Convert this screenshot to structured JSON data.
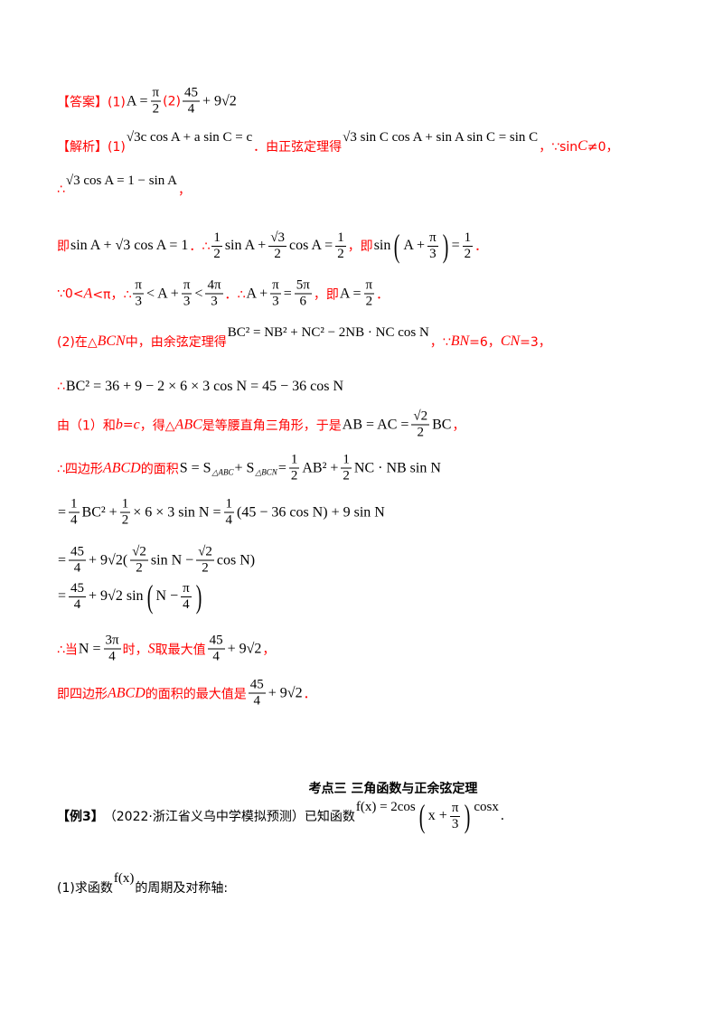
{
  "lines": [
    {
      "segs": [
        {
          "k": "t",
          "v": "【答案】(1)"
        },
        {
          "k": "m",
          "v": "A ="
        },
        {
          "k": "frac",
          "n": "π",
          "d": "2"
        },
        {
          "k": "t",
          "v": "(2)"
        },
        {
          "k": "frac",
          "n": "45",
          "d": "4"
        },
        {
          "k": "m",
          "v": "+ 9√2"
        }
      ]
    },
    {
      "segs": [
        {
          "k": "t",
          "v": "【解析】(1)"
        },
        {
          "k": "mu",
          "v": "√3c cos A + a sin C = c"
        },
        {
          "k": "t",
          "v": "．由正弦定理得"
        },
        {
          "k": "mu",
          "v": "√3 sin C cos A + sin A sin C = sin C"
        },
        {
          "k": "t",
          "v": "，∵sin"
        },
        {
          "k": "ti",
          "v": "C"
        },
        {
          "k": "t",
          "v": "≠0，"
        }
      ]
    },
    {
      "segs": [
        {
          "k": "t",
          "v": "∴"
        },
        {
          "k": "mu",
          "v": "√3 cos A = 1 − sin A"
        },
        {
          "k": "t",
          "v": "，"
        }
      ]
    },
    {
      "segs": [
        {
          "k": "t",
          "v": "即"
        },
        {
          "k": "m",
          "v": "sin A + √3 cos A = 1"
        },
        {
          "k": "t",
          "v": "．∴"
        },
        {
          "k": "frac",
          "n": "1",
          "d": "2"
        },
        {
          "k": "m",
          "v": "sin A +"
        },
        {
          "k": "frac",
          "n": "√3",
          "d": "2"
        },
        {
          "k": "m",
          "v": "cos A ="
        },
        {
          "k": "frac",
          "n": "1",
          "d": "2"
        },
        {
          "k": "t",
          "v": "，即"
        },
        {
          "k": "m",
          "v": "sin"
        },
        {
          "k": "paren",
          "segs": [
            {
              "k": "m",
              "v": "A +"
            },
            {
              "k": "frac",
              "n": "π",
              "d": "3"
            }
          ]
        },
        {
          "k": "m",
          "v": "="
        },
        {
          "k": "frac",
          "n": "1",
          "d": "2"
        },
        {
          "k": "t",
          "v": "．"
        }
      ]
    },
    {
      "segs": [
        {
          "k": "t",
          "v": "∵0<"
        },
        {
          "k": "ti",
          "v": "A"
        },
        {
          "k": "t",
          "v": "<π，∴"
        },
        {
          "k": "frac",
          "n": "π",
          "d": "3"
        },
        {
          "k": "m",
          "v": "< A +"
        },
        {
          "k": "frac",
          "n": "π",
          "d": "3"
        },
        {
          "k": "m",
          "v": "<"
        },
        {
          "k": "frac",
          "n": "4π",
          "d": "3"
        },
        {
          "k": "t",
          "v": "．∴"
        },
        {
          "k": "m",
          "v": "A +"
        },
        {
          "k": "frac",
          "n": "π",
          "d": "3"
        },
        {
          "k": "m",
          "v": "="
        },
        {
          "k": "frac",
          "n": "5π",
          "d": "6"
        },
        {
          "k": "t",
          "v": "，即"
        },
        {
          "k": "m",
          "v": "A ="
        },
        {
          "k": "frac",
          "n": "π",
          "d": "2"
        },
        {
          "k": "t",
          "v": "．"
        }
      ]
    },
    {
      "segs": [
        {
          "k": "t",
          "v": "(2)在△"
        },
        {
          "k": "ti",
          "v": "BCN"
        },
        {
          "k": "t",
          "v": "中，由余弦定理得"
        },
        {
          "k": "mu",
          "v": "BC² = NB² + NC² − 2NB · NC cos N"
        },
        {
          "k": "t",
          "v": "，∵"
        },
        {
          "k": "ti",
          "v": "BN"
        },
        {
          "k": "t",
          "v": "=6，"
        },
        {
          "k": "ti",
          "v": "CN"
        },
        {
          "k": "t",
          "v": "=3，"
        }
      ]
    },
    {
      "segs": [
        {
          "k": "t",
          "v": "∴"
        },
        {
          "k": "m",
          "v": "BC² = 36 + 9 − 2 × 6 × 3 cos N = 45 − 36 cos N"
        }
      ]
    },
    {
      "segs": [
        {
          "k": "t",
          "v": "由（1）和"
        },
        {
          "k": "ti",
          "v": "b"
        },
        {
          "k": "t",
          "v": "="
        },
        {
          "k": "ti",
          "v": "c"
        },
        {
          "k": "t",
          "v": "，得△"
        },
        {
          "k": "ti",
          "v": "ABC"
        },
        {
          "k": "t",
          "v": "是等腰直角三角形，于是"
        },
        {
          "k": "m",
          "v": "AB = AC ="
        },
        {
          "k": "frac",
          "n": "√2",
          "d": "2"
        },
        {
          "k": "m",
          "v": "BC"
        },
        {
          "k": "t",
          "v": "，"
        }
      ]
    },
    {
      "segs": [
        {
          "k": "t",
          "v": "∴四边形"
        },
        {
          "k": "ti",
          "v": "ABCD"
        },
        {
          "k": "t",
          "v": "的面积"
        },
        {
          "k": "m",
          "v": "S = S"
        },
        {
          "k": "sub",
          "v": "△ABC"
        },
        {
          "k": "m",
          "v": "+ S"
        },
        {
          "k": "sub",
          "v": "△BCN"
        },
        {
          "k": "m",
          "v": "="
        },
        {
          "k": "frac",
          "n": "1",
          "d": "2"
        },
        {
          "k": "m",
          "v": "AB² +"
        },
        {
          "k": "frac",
          "n": "1",
          "d": "2"
        },
        {
          "k": "m",
          "v": "NC · NB sin N"
        }
      ]
    },
    {
      "segs": [
        {
          "k": "m",
          "v": "="
        },
        {
          "k": "frac",
          "n": "1",
          "d": "4"
        },
        {
          "k": "m",
          "v": "BC² +"
        },
        {
          "k": "frac",
          "n": "1",
          "d": "2"
        },
        {
          "k": "m",
          "v": "× 6 × 3 sin N ="
        },
        {
          "k": "frac",
          "n": "1",
          "d": "4"
        },
        {
          "k": "m",
          "v": "(45 − 36 cos N) + 9 sin N"
        }
      ]
    },
    {
      "segs": [
        {
          "k": "m",
          "v": "="
        },
        {
          "k": "frac",
          "n": "45",
          "d": "4"
        },
        {
          "k": "m",
          "v": "+ 9√2("
        },
        {
          "k": "frac",
          "n": "√2",
          "d": "2"
        },
        {
          "k": "m",
          "v": "sin N −"
        },
        {
          "k": "frac",
          "n": "√2",
          "d": "2"
        },
        {
          "k": "m",
          "v": "cos N)"
        }
      ]
    },
    {
      "segs": [
        {
          "k": "m",
          "v": "="
        },
        {
          "k": "frac",
          "n": "45",
          "d": "4"
        },
        {
          "k": "m",
          "v": "+ 9√2 sin"
        },
        {
          "k": "paren",
          "segs": [
            {
              "k": "m",
              "v": "N −"
            },
            {
              "k": "frac",
              "n": "π",
              "d": "4"
            }
          ]
        }
      ]
    },
    {
      "segs": [
        {
          "k": "t",
          "v": "∴当"
        },
        {
          "k": "m",
          "v": "N ="
        },
        {
          "k": "frac",
          "n": "3π",
          "d": "4"
        },
        {
          "k": "t",
          "v": "时，"
        },
        {
          "k": "ti",
          "v": "S"
        },
        {
          "k": "t",
          "v": "取最大值"
        },
        {
          "k": "frac",
          "n": "45",
          "d": "4"
        },
        {
          "k": "m",
          "v": "+ 9√2"
        },
        {
          "k": "t",
          "v": "，"
        }
      ]
    },
    {
      "segs": [
        {
          "k": "t",
          "v": "即四边形"
        },
        {
          "k": "ti",
          "v": "ABCD"
        },
        {
          "k": "t",
          "v": "的面积的最大值是"
        },
        {
          "k": "frac",
          "n": "45",
          "d": "4"
        },
        {
          "k": "m",
          "v": "+ 9√2"
        },
        {
          "k": "t",
          "v": "．"
        }
      ]
    },
    {
      "segs": [
        {
          "k": "tbold",
          "v": "【例3】"
        },
        {
          "k": "tb",
          "v": "（2022·浙江省义乌中学模拟预测）已知函数"
        },
        {
          "k": "mu",
          "v": "f(x) = 2cos"
        },
        {
          "k": "paren",
          "segs": [
            {
              "k": "m",
              "v": "x +"
            },
            {
              "k": "frac",
              "n": "π",
              "d": "3"
            }
          ]
        },
        {
          "k": "mu",
          "v": "cosx"
        },
        {
          "k": "m",
          "v": "."
        }
      ]
    },
    {
      "segs": [
        {
          "k": "tb",
          "v": "(1)求函数"
        },
        {
          "k": "mu",
          "v": "f(x)"
        },
        {
          "k": "tb",
          "v": "的周期及对称轴:"
        }
      ]
    }
  ],
  "section_heading": "考点三  三角函数与正余弦定理",
  "colors": {
    "answer_text": "#ff0000",
    "body_text": "#000000"
  }
}
